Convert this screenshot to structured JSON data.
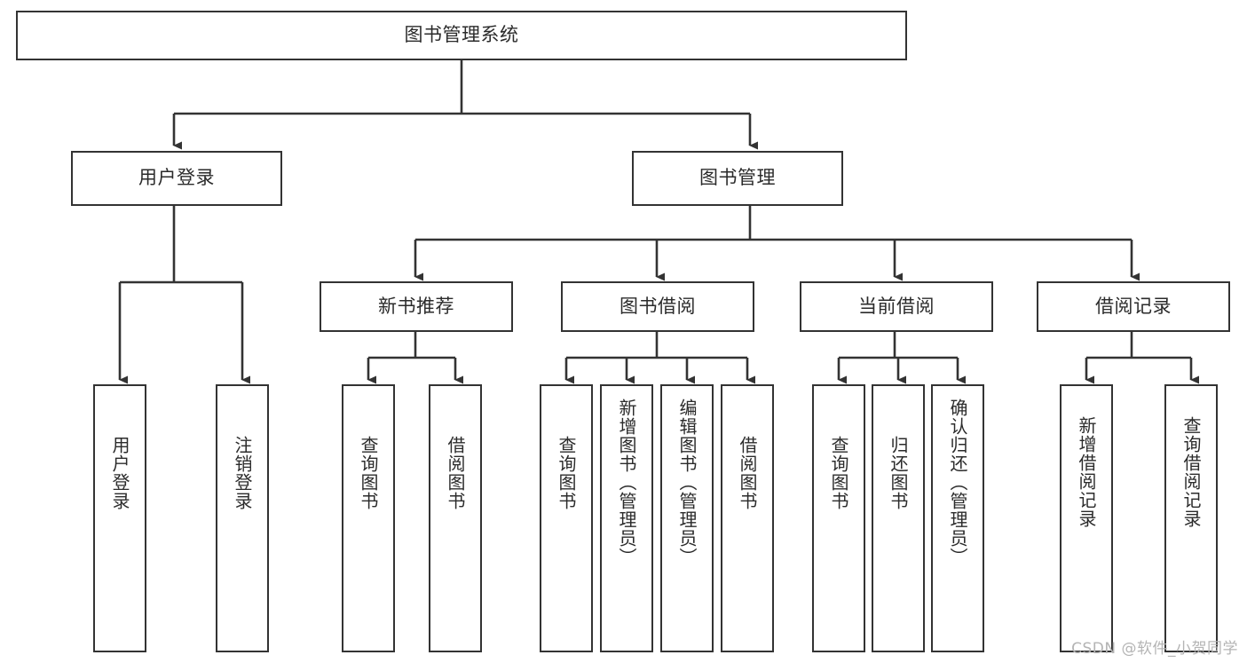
{
  "diagram": {
    "title": "图书管理系统",
    "type": "tree",
    "orientation": "top-down",
    "line_color": "#333333",
    "box_border_color": "#333333",
    "box_fill_color": "#ffffff",
    "background_color": "#ffffff",
    "text_color": "#2b2b2b"
  },
  "nodes": {
    "root": {
      "label": "图书管理系统"
    },
    "level2": [
      {
        "id": "user-login",
        "label": "用户登录"
      },
      {
        "id": "book-manage",
        "label": "图书管理"
      }
    ],
    "level3": [
      {
        "id": "new-book-recommend",
        "label": "新书推荐"
      },
      {
        "id": "book-borrow",
        "label": "图书借阅"
      },
      {
        "id": "current-borrow",
        "label": "当前借阅"
      },
      {
        "id": "borrow-record",
        "label": "借阅记录"
      }
    ],
    "leaves": {
      "user_login": [
        {
          "id": "leaf-user-login",
          "label": "用户登录"
        },
        {
          "id": "leaf-logout-login",
          "label": "注销登录"
        }
      ],
      "new_book_recommend": [
        {
          "id": "leaf-query-book-1",
          "label": "查询图书"
        },
        {
          "id": "leaf-borrow-book-1",
          "label": "借阅图书"
        }
      ],
      "book_borrow": [
        {
          "id": "leaf-query-book-2",
          "label": "查询图书"
        },
        {
          "id": "leaf-add-book",
          "label": "新增图书（管理员）"
        },
        {
          "id": "leaf-edit-book",
          "label": "编辑图书（管理员）"
        },
        {
          "id": "leaf-borrow-book-2",
          "label": "借阅图书"
        }
      ],
      "current_borrow": [
        {
          "id": "leaf-query-book-3",
          "label": "查询图书"
        },
        {
          "id": "leaf-return-book",
          "label": "归还图书"
        },
        {
          "id": "leaf-confirm-return",
          "label": "确认归还（管理员）"
        }
      ],
      "borrow_record": [
        {
          "id": "leaf-add-record",
          "label": "新增借阅记录"
        },
        {
          "id": "leaf-query-record",
          "label": "查询借阅记录"
        }
      ]
    }
  },
  "watermark": {
    "text": "CSDN @软件_小贺同学"
  }
}
